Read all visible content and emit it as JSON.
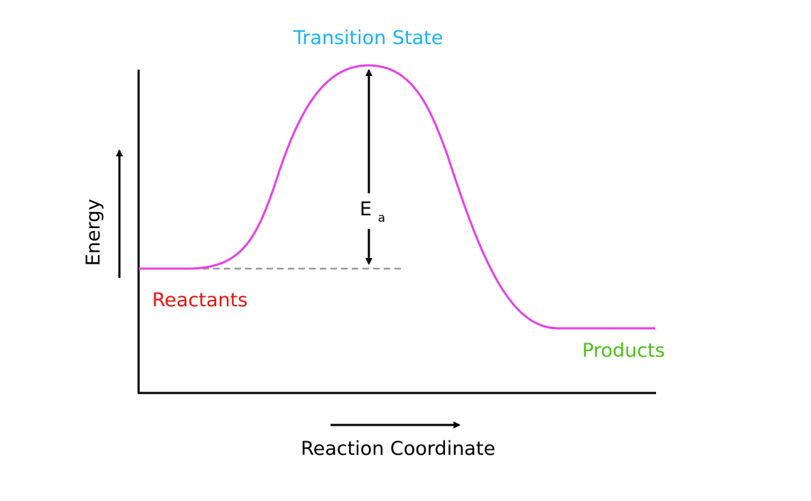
{
  "labels": {
    "transition_state": "Transition State",
    "reactants": "Reactants",
    "products": "Products",
    "activation_energy_main": "E",
    "activation_energy_sub": "a",
    "y_axis": "Energy",
    "x_axis": "Reaction Coordinate"
  },
  "colors": {
    "curve": "#e83fe8",
    "transition_state": "#1ab4f0",
    "reactants": "#e8130f",
    "products": "#4fbe18",
    "axes": "#000000",
    "dashed_line": "#9a9a9a"
  }
}
